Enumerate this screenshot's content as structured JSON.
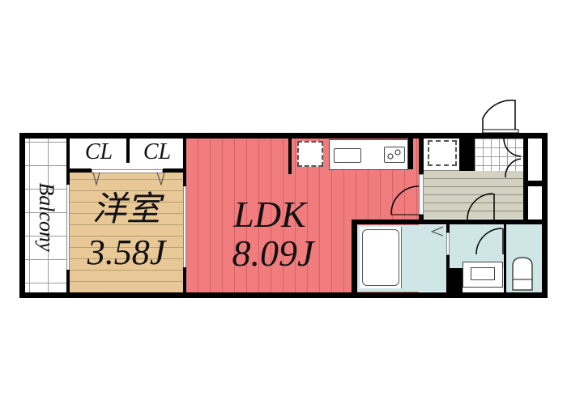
{
  "floorplan": {
    "rooms": [
      {
        "id": "balcony",
        "name": "Balcony",
        "color": "#ffffff"
      },
      {
        "id": "western-room",
        "name": "洋室",
        "size": "3.58J",
        "color": "#e8c896"
      },
      {
        "id": "ldk",
        "name": "LDK",
        "size": "8.09J",
        "color": "#f07c7e"
      },
      {
        "id": "hallway",
        "color": "#d3d1c2"
      },
      {
        "id": "bathroom",
        "color": "#cfe6e6"
      },
      {
        "id": "washroom",
        "color": "#cfe6e6"
      },
      {
        "id": "toilet",
        "color": "#cfe6e6"
      }
    ],
    "closets": [
      "CL",
      "CL"
    ],
    "labels": {
      "balcony": "Balcony",
      "western_room_name": "洋室",
      "western_room_size": "3.58J",
      "ldk_name": "LDK",
      "ldk_size": "8.09J",
      "closet_1": "CL",
      "closet_2": "CL"
    },
    "colors": {
      "wall": "#000000",
      "western_room_floor": "#e8c896",
      "ldk_floor": "#f07c7e",
      "hallway_floor": "#d3d1c2",
      "wet_area": "#cfe6e6"
    }
  }
}
